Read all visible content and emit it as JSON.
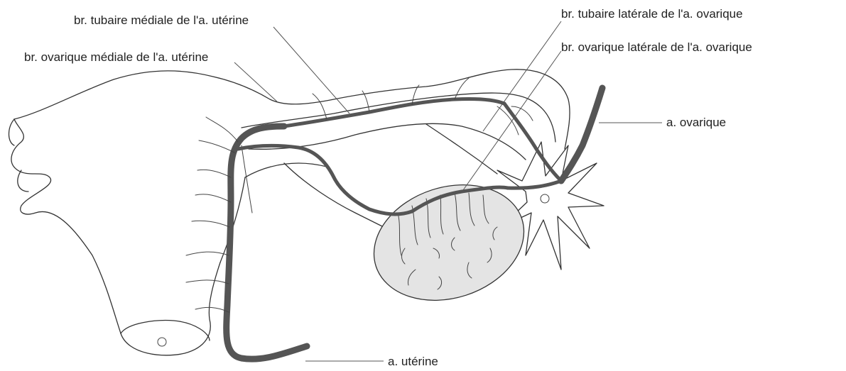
{
  "labels": {
    "tubaire_mediale": "br. tubaire médiale de l'a. utérine",
    "ovarique_mediale": "br. ovarique médiale de l'a. utérine",
    "tubaire_laterale": "br. tubaire latérale de l'a. ovarique",
    "ovarique_laterale": "br. ovarique latérale de l'a. ovarique",
    "a_ovarique": "a. ovarique",
    "a_uterine": "a. utérine"
  },
  "colors": {
    "artery": "#555555",
    "ovary_fill": "#e4e4e4",
    "outline": "#333333"
  }
}
